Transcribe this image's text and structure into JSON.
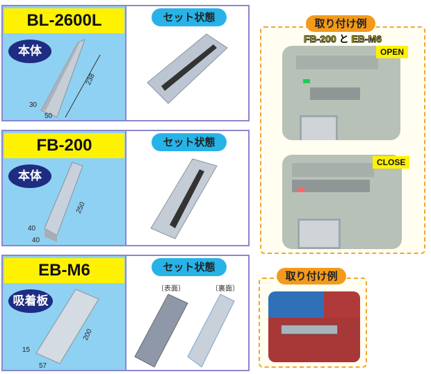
{
  "products": [
    {
      "model": "BL-2600L",
      "badge": "本体",
      "set_label": "セット状態",
      "dims": [
        "238",
        "30",
        "50"
      ]
    },
    {
      "model": "FB-200",
      "badge": "本体",
      "set_label": "セット状態",
      "dims": [
        "250",
        "40",
        "40"
      ]
    },
    {
      "model": "EB-M6",
      "badge": "吸着板",
      "set_label": "セット状態",
      "dims": [
        "200",
        "15",
        "57"
      ],
      "front_label": "〔表面〕",
      "back_label": "〔裏面〕"
    }
  ],
  "example1": {
    "title": "取り付け例",
    "subtitle_a": "FB-200",
    "subtitle_joiner": "と",
    "subtitle_b": "EB-M6",
    "open_label": "OPEN",
    "close_label": "CLOSE"
  },
  "example2": {
    "title": "取り付け例"
  }
}
